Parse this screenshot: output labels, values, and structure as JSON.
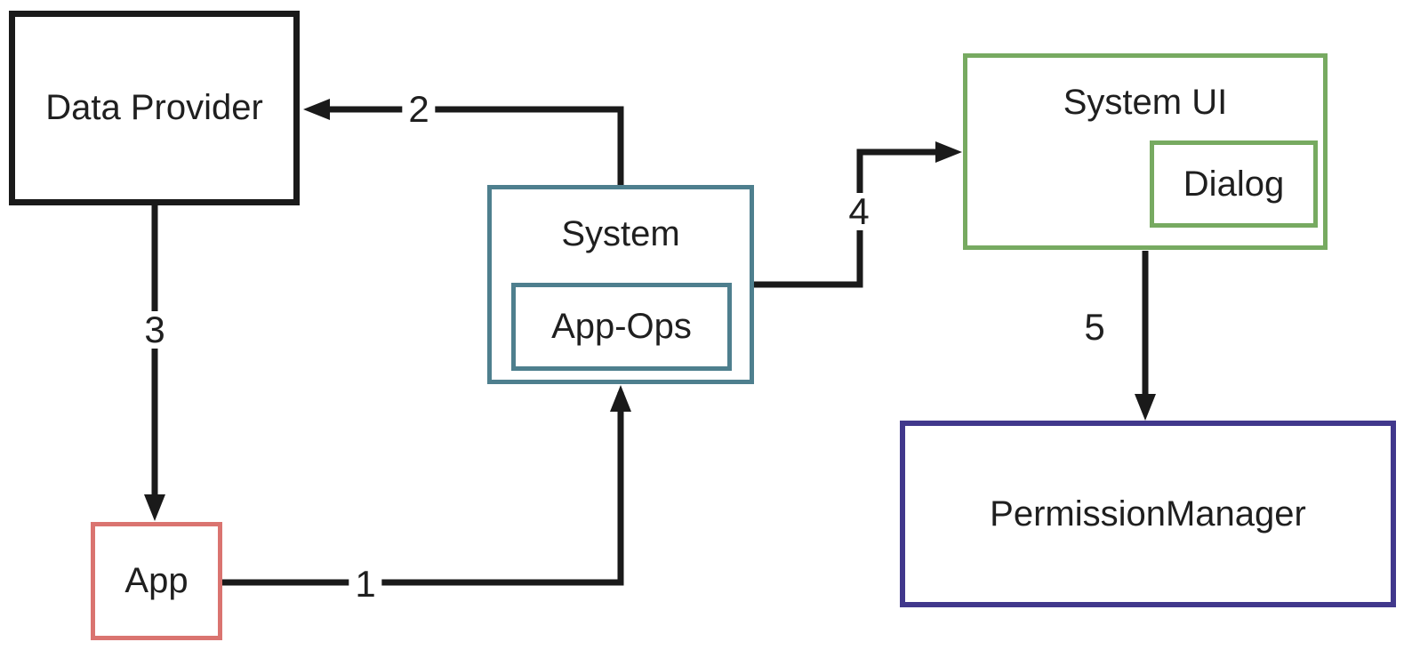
{
  "canvas": {
    "background": "#ffffff",
    "line_color": "#1a1a1a",
    "text_color": "#1f1f1f"
  },
  "nodes": {
    "data_provider": {
      "label": "Data Provider",
      "border_color": "#1a1a1a"
    },
    "app": {
      "label": "App",
      "border_color": "#da7470"
    },
    "system": {
      "label": "System",
      "border_color": "#4e7f8e"
    },
    "app_ops": {
      "label": "App-Ops",
      "border_color": "#4e7f8e"
    },
    "system_ui": {
      "label": "System UI",
      "border_color": "#77aa61"
    },
    "dialog": {
      "label": "Dialog",
      "border_color": "#77aa61"
    },
    "permission_manager": {
      "label": "PermissionManager",
      "border_color": "#41388c"
    }
  },
  "arrows": {
    "step1": {
      "label": "1",
      "from": "app",
      "to": "system"
    },
    "step2": {
      "label": "2",
      "from": "system",
      "to": "data_provider"
    },
    "step3": {
      "label": "3",
      "from": "data_provider",
      "to": "app"
    },
    "step4": {
      "label": "4",
      "from": "system",
      "to": "system_ui"
    },
    "step5": {
      "label": "5",
      "from": "system_ui",
      "to": "permission_manager"
    }
  }
}
